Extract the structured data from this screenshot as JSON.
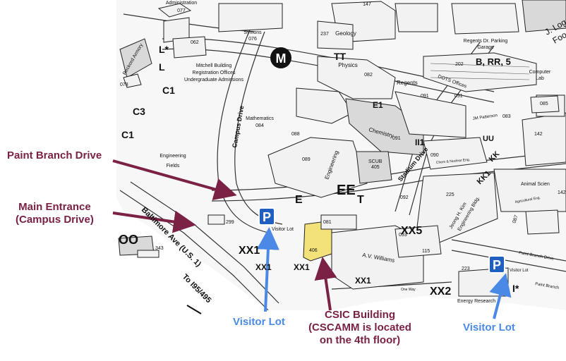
{
  "colors": {
    "annotation_maroon": "#7b2146",
    "visitor_blue": "#4a8ae6",
    "parking_sign_blue": "#1f5fbf",
    "csic_highlight": "#f3e27a",
    "map_ink": "#222222"
  },
  "annotations": {
    "paint_branch": "Paint Branch Drive",
    "main_entrance_line1": "Main Entrance",
    "main_entrance_line2": "(Campus Drive)",
    "csic_line1": "CSIC Building",
    "csic_line2": "(CSCAMM is located",
    "csic_line3": "on the 4th floor)",
    "visitor_lot_left": "Visitor Lot",
    "visitor_lot_right": "Visitor Lot"
  },
  "parking_sign_letter": "P",
  "roads": {
    "campus_drive": "Campus Drive",
    "baltimore_ave": "Baltimore Ave (U.S. 1)",
    "to_i95": "To I95/495",
    "stadium_drive": "Stadium Drive",
    "regents": "Regents",
    "paint_branch_small_1": "Paint Branch Drive",
    "paint_branch_small_2": "Paint Branch",
    "j_logan": "J. Logan",
    "foo": "Foo"
  },
  "buildings": {
    "administration": "Administration",
    "administration_num": "077",
    "num_147": "147",
    "geology": "Geology",
    "num_237": "237",
    "symons": "Symons",
    "symons_num": "076",
    "reckord_armory": "Reckord Armory",
    "num_078": "078",
    "num_062": "062",
    "mitchell_1": "Mitchell Building",
    "mitchell_2": "Registration Offices",
    "mitchell_3": "Undergraduate Admissions",
    "physics": "Physics",
    "physics_num": "082",
    "regents_garage_1": "Regents Dr. Parking",
    "regents_garage_2": "Garage",
    "num_202": "202",
    "dots_offices": "DOTS Offices",
    "computer_lab_1": "Computer",
    "computer_lab_2": "Lab",
    "num_091a": "091",
    "num_091b": "091",
    "mathematics": "Mathematics",
    "mathematics_num": "084",
    "num_088": "088",
    "num_089": "089",
    "chemistry": "Chemistry",
    "chemistry_num": "091",
    "jm_patterson": "JM Patterson",
    "num_083": "083",
    "num_085": "085",
    "num_142": "142",
    "engineering_fields_1": "Engineering",
    "engineering_fields_2": "Fields",
    "engineering": "Engineering",
    "scub": "SCUB",
    "scub_num": "405",
    "num_090": "090",
    "chem_nuclear": "Chem & Nuclear Eng.",
    "num_225": "225",
    "num_092": "092",
    "kim_1": "Jeong H. Kim",
    "kim_2": "Engineering Bldg.",
    "animal_sciences": "Animal Scien",
    "animal_num": "142",
    "agricultural_eng": "Agricultural Eng.",
    "num_087": "087",
    "num_299": "299",
    "visitor_lot_small_1": "Visitor Lot",
    "num_081": "081",
    "num_406": "406",
    "num_093": "093",
    "av_williams": "A.V. Williams",
    "num_115": "115",
    "num_343": "343",
    "num_223": "223",
    "energy_research": "Energy Research",
    "visitor_lot_small_2": "Visitor Lot",
    "one_way": "One Way"
  },
  "lots": {
    "l_star": "L*",
    "l": "L",
    "c1a": "C1",
    "c3": "C3",
    "c1b": "C1",
    "tt": "TT",
    "b_rr_5": "B, RR, 5",
    "e1": "E1",
    "ii1": "II1",
    "uu": "UU",
    "kk": "KK",
    "kk1": "KK1",
    "e": "E",
    "ee": "EE",
    "t": "T",
    "xx1a": "XX1",
    "xx1b": "XX1",
    "xx1c": "XX1",
    "xx1d": "XX1",
    "xx5": "XX5",
    "xx2": "XX2",
    "oo": "OO",
    "i_star": "I*",
    "metro": "M"
  }
}
